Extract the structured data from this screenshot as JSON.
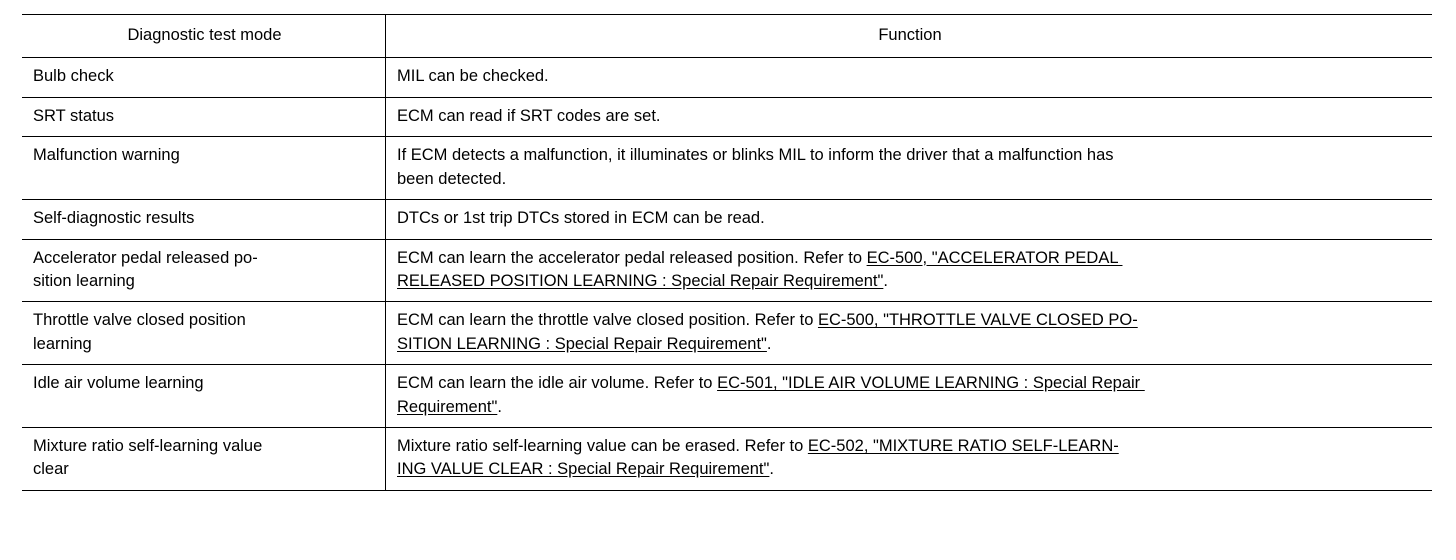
{
  "table": {
    "name": "diagnostic-test-mode-function-table",
    "headers": {
      "mode": "Diagnostic test mode",
      "function": "Function"
    },
    "rows": [
      {
        "mode": "Bulb check",
        "function_plain": "MIL can be checked.",
        "function_lines": [
          [
            {
              "t": "MIL can be checked.",
              "link": false
            }
          ]
        ]
      },
      {
        "mode": "SRT status",
        "function_plain": "ECM can read if SRT codes are set.",
        "function_lines": [
          [
            {
              "t": "ECM can read if SRT codes are set.",
              "link": false
            }
          ]
        ]
      },
      {
        "mode": "Malfunction warning",
        "function_plain": "If ECM detects a malfunction, it illuminates or blinks MIL to inform the driver that a malfunction has been detected.",
        "function_lines": [
          [
            {
              "t": "If ECM detects a malfunction, it illuminates or blinks MIL to inform the driver that a malfunction has",
              "link": false
            }
          ],
          [
            {
              "t": "been detected.",
              "link": false
            }
          ]
        ]
      },
      {
        "mode": "Self-diagnostic results",
        "function_plain": "DTCs or 1st trip DTCs stored in ECM can be read.",
        "function_lines": [
          [
            {
              "t": "DTCs or 1st trip DTCs stored in ECM can be read.",
              "link": false
            }
          ]
        ]
      },
      {
        "mode": "Accelerator pedal released po-\nsition learning",
        "mode_lines": [
          "Accelerator pedal released po-",
          "sition learning"
        ],
        "function_plain": "ECM can learn the accelerator pedal released position. Refer to EC-500, \"ACCELERATOR PEDAL RELEASED POSITION LEARNING : Special Repair Requirement\".",
        "function_lines": [
          [
            {
              "t": "ECM can learn the accelerator pedal released position. Refer to ",
              "link": false
            },
            {
              "t": "EC-500, \"ACCELERATOR PEDAL ",
              "link": true
            }
          ],
          [
            {
              "t": "RELEASED POSITION LEARNING : Special Repair Requirement\"",
              "link": true
            },
            {
              "t": ".",
              "link": false
            }
          ]
        ]
      },
      {
        "mode": "Throttle valve closed position\nlearning",
        "mode_lines": [
          "Throttle valve closed position",
          "learning"
        ],
        "function_plain": "ECM can learn the throttle valve closed position. Refer to EC-500, \"THROTTLE VALVE CLOSED PO-SITION LEARNING : Special Repair Requirement\".",
        "function_lines": [
          [
            {
              "t": "ECM can learn the throttle valve closed position. Refer to ",
              "link": false
            },
            {
              "t": "EC-500, \"THROTTLE VALVE CLOSED PO-",
              "link": true
            }
          ],
          [
            {
              "t": "SITION LEARNING : Special Repair Requirement\"",
              "link": true
            },
            {
              "t": ".",
              "link": false
            }
          ]
        ]
      },
      {
        "mode": "Idle air volume learning",
        "function_plain": "ECM can learn the idle air volume. Refer to EC-501, \"IDLE AIR VOLUME LEARNING : Special Repair Requirement\".",
        "function_lines": [
          [
            {
              "t": "ECM can learn the idle air volume. Refer to ",
              "link": false
            },
            {
              "t": "EC-501, \"IDLE AIR VOLUME LEARNING : Special Repair ",
              "link": true
            }
          ],
          [
            {
              "t": "Requirement\"",
              "link": true
            },
            {
              "t": ".",
              "link": false
            }
          ]
        ]
      },
      {
        "mode": "Mixture ratio self-learning value\nclear",
        "mode_lines": [
          "Mixture ratio self-learning value",
          "clear"
        ],
        "function_plain": "Mixture ratio self-learning value can be erased. Refer to EC-502, \"MIXTURE RATIO SELF-LEARN-ING VALUE CLEAR : Special Repair Requirement\".",
        "function_lines": [
          [
            {
              "t": "Mixture ratio self-learning value can be erased. Refer to ",
              "link": false
            },
            {
              "t": "EC-502, \"MIXTURE RATIO SELF-LEARN-",
              "link": true
            }
          ],
          [
            {
              "t": "ING VALUE CLEAR : Special Repair Requirement\"",
              "link": true
            },
            {
              "t": ".",
              "link": false
            }
          ]
        ]
      }
    ]
  },
  "style": {
    "text_color": "#000000",
    "background_color": "#ffffff",
    "rule_color": "#000000"
  }
}
